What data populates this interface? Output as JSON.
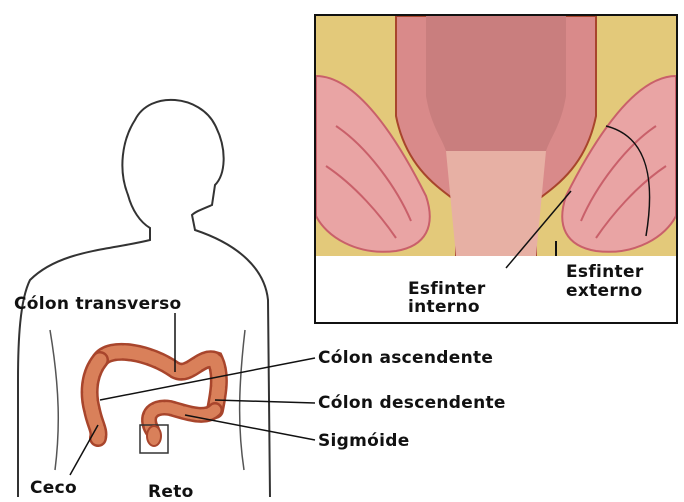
{
  "labels": {
    "colon_transverso": "Cólon transverso",
    "colon_ascendente": "Cólon ascendente",
    "colon_descendente": "Cólon descendente",
    "sigmoide": "Sigmóide",
    "ceco": "Ceco",
    "reto": "Reto",
    "esfinter_interno_line1": "Esfinter",
    "esfinter_interno_line2": "interno",
    "esfinter_externo_line1": "Esfinter",
    "esfinter_externo_line2": "externo"
  },
  "colors": {
    "colon": "#d9805a",
    "colon_dark": "#a8452c",
    "tissue_pink": "#e9a4a4",
    "tissue_dark": "#c9606a",
    "fat_yellow": "#e3c97a",
    "outline": "#222222"
  }
}
